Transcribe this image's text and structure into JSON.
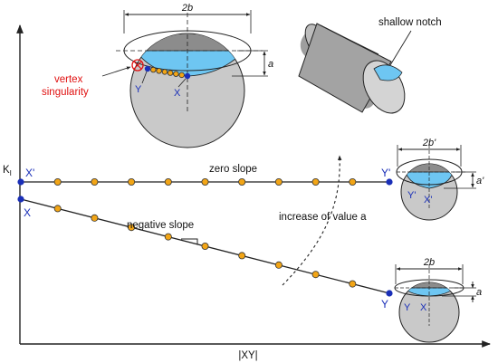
{
  "colors": {
    "background": "#ffffff",
    "axis": "#222222",
    "point_fill": "#f2a516",
    "endpoint_fill": "#1a2fb8",
    "notch_blue": "#6ec6f2",
    "disc_gray": "#c9c9c9",
    "dark_gray": "#8c8c8c",
    "singularity_red": "#e01010",
    "label_blue": "#1a2fb8"
  },
  "axes": {
    "y_label": "K",
    "y_label_sub": "I",
    "x_label": "|XY|"
  },
  "lines": {
    "zero_slope": {
      "label": "zero slope",
      "start_label": "X'",
      "end_label": "Y'",
      "interior_points": 9
    },
    "negative_slope": {
      "label": "negative slope",
      "start_label": "X",
      "end_label": "Y",
      "interior_points": 9
    }
  },
  "annotations": {
    "increase": "increase of value a",
    "vertex_line1": "vertex",
    "vertex_line2": "singularity",
    "shallow_notch": "shallow notch"
  },
  "large_cross_section": {
    "width_label": "2b",
    "depth_label": "a",
    "point_y": "Y",
    "point_x": "X",
    "front_points": 6
  },
  "small_section_deep": {
    "width_label": "2b'",
    "depth_label": "a'",
    "point_y": "Y'",
    "point_x": "X'"
  },
  "small_section_shallow": {
    "width_label": "2b",
    "depth_label": "a",
    "point_y": "Y",
    "point_x": "X"
  }
}
